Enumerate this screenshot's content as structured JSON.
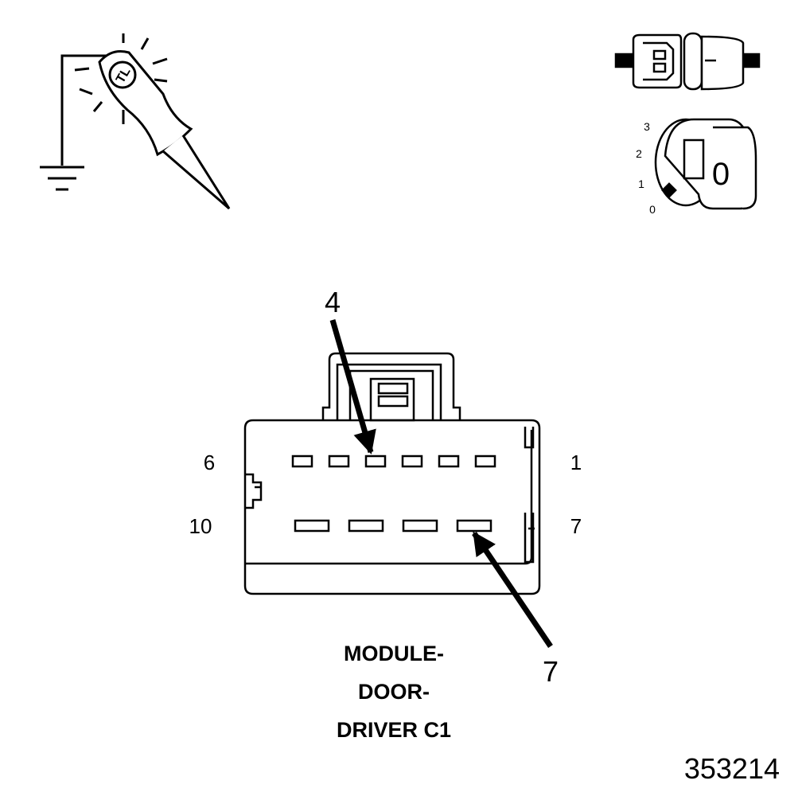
{
  "probe_icon": {
    "icon": "test-light-probe-icon",
    "ground_icon": "ground-symbol-icon",
    "badge": "TL"
  },
  "connector_icon": {
    "icon": "disconnected-connector-icon",
    "mark": "-"
  },
  "ignition_icon": {
    "icon": "ignition-key-icon",
    "positions": [
      "3",
      "2",
      "1",
      "0"
    ],
    "key_label": "0"
  },
  "connector": {
    "icon": "connector-face-icon",
    "pin_labels": {
      "top_left": "6",
      "top_right": "1",
      "bottom_left": "10",
      "bottom_right": "7"
    },
    "top_row_pins": 6,
    "bottom_row_pins": 4,
    "callouts": [
      {
        "label": "4",
        "pin": 4
      },
      {
        "label": "7",
        "pin": 7
      }
    ],
    "title_lines": [
      "MODULE-",
      "DOOR-",
      "DRIVER C1"
    ]
  },
  "figure_number": "353214"
}
